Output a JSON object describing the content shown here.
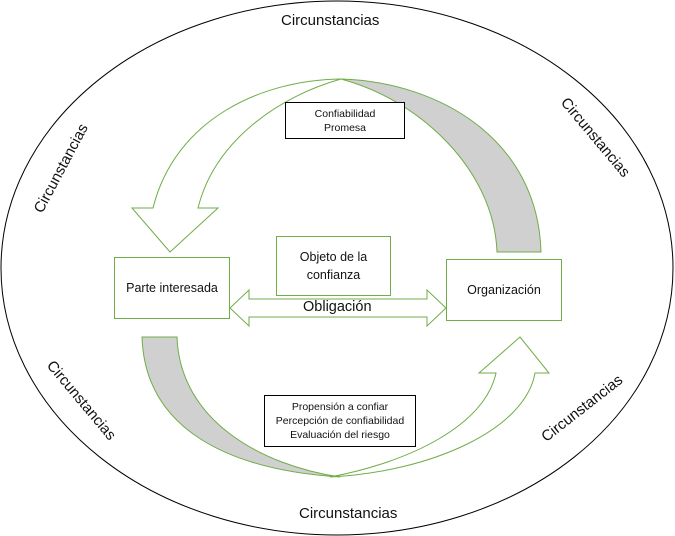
{
  "diagram": {
    "outer_label": "Circunstancias",
    "circumstances": [
      {
        "id": "top",
        "text": "Circunstancias"
      },
      {
        "id": "bottom",
        "text": "Circunstancias"
      },
      {
        "id": "upper-left",
        "text": "Circunstancias"
      },
      {
        "id": "upper-right",
        "text": "Circunstancias"
      },
      {
        "id": "lower-left",
        "text": "Circunstancias"
      },
      {
        "id": "lower-right",
        "text": "Circunstancias"
      }
    ],
    "nodes": {
      "stakeholder": "Parte interesada",
      "organization": "Organización",
      "object": [
        "Objeto de la",
        "confianza"
      ]
    },
    "top_box": [
      "Confiabilidad",
      "Promesa"
    ],
    "bottom_box": [
      "Propensión a confiar",
      "Percepción de confiabilidad",
      "Evaluación del riesgo"
    ],
    "link_label": "Obligación",
    "colors": {
      "outline_green": "#70ad47",
      "tail_gray": "#d0d0d0",
      "ellipse_stroke": "#000000"
    }
  }
}
